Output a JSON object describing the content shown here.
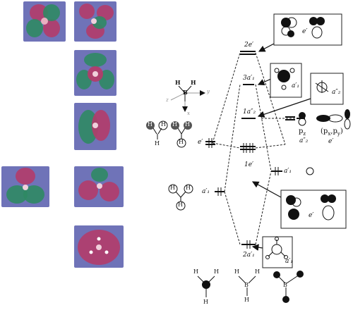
{
  "mo_levels": {
    "two_e_prime": "2e′",
    "three_a1_prime": "3a′₁",
    "one_a2_dprime": "1a″₂",
    "one_e_prime": "1e′",
    "two_a1_prime": "2a′₁"
  },
  "left_groups": {
    "e_prime": "e′",
    "a1_prime": "a′₁"
  },
  "boron_orbitals": {
    "pz": "p",
    "pz_sub": "z",
    "pxpy": "(p",
    "pxpy_x": "x",
    "pxpy_comma": ",p",
    "pxpy_y": "y",
    "pxpy_close": ")",
    "a2_dprime": "a″₂",
    "e_prime": "e′",
    "a1_prime": "a′₁"
  },
  "boxes": {
    "box_2e": "e′",
    "box_3a1": "a′₁",
    "box_a2": "a″₂",
    "box_1e": "e′",
    "box_2a1": "a′₁"
  },
  "axes_labels": {
    "h": "H",
    "b": "B",
    "z": "z",
    "y": "y",
    "x": "x"
  },
  "atoms": {
    "h": "H",
    "b": "B"
  }
}
